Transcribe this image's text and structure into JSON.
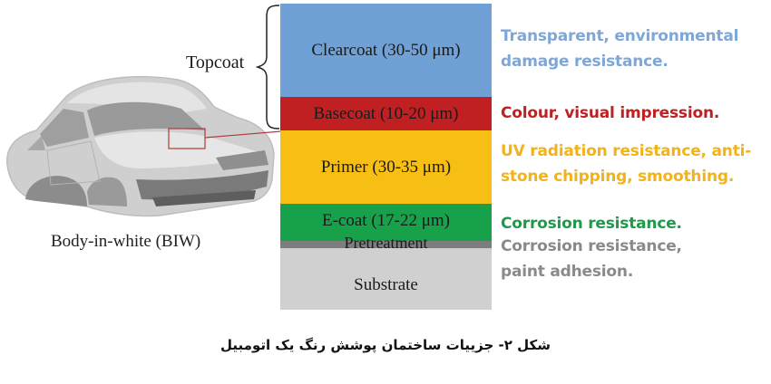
{
  "figure": {
    "topcoat_label": "Topcoat",
    "biw_label": "Body-in-white (BIW)",
    "layers": [
      {
        "name": "Clearcoat (30-50 μm)",
        "color": "#6fa0d6"
      },
      {
        "name": "Basecoat (10-20 μm)",
        "color": "#c12022"
      },
      {
        "name": "Primer (30-35 μm)",
        "color": "#f7be13"
      },
      {
        "name": "E-coat (17-22 μm)",
        "color": "#18a14b"
      },
      {
        "name": "Pretreatment",
        "color": "#7d7d7d"
      },
      {
        "name": "Substrate",
        "color": "#d0d0d0"
      }
    ],
    "descriptions": {
      "clearcoat_line1": "Transparent, environmental",
      "clearcoat_line2": "damage resistance.",
      "basecoat": "Colour, visual impression.",
      "primer_line1": "UV radiation resistance, anti-",
      "primer_line2": "stone chipping, smoothing.",
      "ecoat": "Corrosion resistance.",
      "substrate_line1": "Corrosion resistance,",
      "substrate_line2": "paint adhesion."
    }
  },
  "caption": "شکل ۲- جزییات ساختمان پوشش رنگ یک اتومبیل"
}
